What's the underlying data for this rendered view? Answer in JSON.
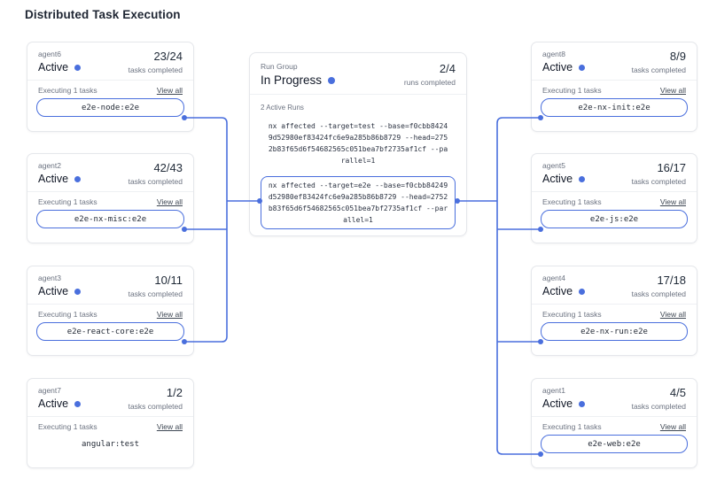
{
  "page": {
    "title": "Distributed Task Execution"
  },
  "colors": {
    "accent": "#4a6fdd",
    "card_border": "#e5e7eb",
    "text_dark": "#1f2937",
    "text_gray": "#6b7280"
  },
  "labels": {
    "tasks_completed": "tasks completed",
    "executing": "Executing 1 tasks",
    "view_all": "View all"
  },
  "agents_left": [
    {
      "name": "agent6",
      "status": "Active",
      "count": "23/24",
      "task": "e2e-node:e2e"
    },
    {
      "name": "agent2",
      "status": "Active",
      "count": "42/43",
      "task": "e2e-nx-misc:e2e"
    },
    {
      "name": "agent3",
      "status": "Active",
      "count": "10/11",
      "task": "e2e-react-core:e2e"
    },
    {
      "name": "agent7",
      "status": "Active",
      "count": "1/2",
      "task": "angular:test"
    }
  ],
  "agents_right": [
    {
      "name": "agent8",
      "status": "Active",
      "count": "8/9",
      "task": "e2e-nx-init:e2e"
    },
    {
      "name": "agent5",
      "status": "Active",
      "count": "16/17",
      "task": "e2e-js:e2e"
    },
    {
      "name": "agent4",
      "status": "Active",
      "count": "17/18",
      "task": "e2e-nx-run:e2e"
    },
    {
      "name": "agent1",
      "status": "Active",
      "count": "4/5",
      "task": "e2e-web:e2e"
    }
  ],
  "run_group": {
    "label": "Run Group",
    "status": "In Progress",
    "count": "2/4",
    "runs_completed": "runs completed",
    "active_runs": "2 Active Runs",
    "commands": [
      "nx affected --target=test --base=f0cbb84249d52980ef83424fc6e9a285b86b8729 --head=2752b83f65d6f54682565c051bea7bf2735af1cf --parallel=1",
      "nx affected --target=e2e --base=f0cbb84249d52980ef83424fc6e9a285b86b8729 --head=2752b83f65d6f54682565c051bea7bf2735af1cf --parallel=1"
    ]
  }
}
